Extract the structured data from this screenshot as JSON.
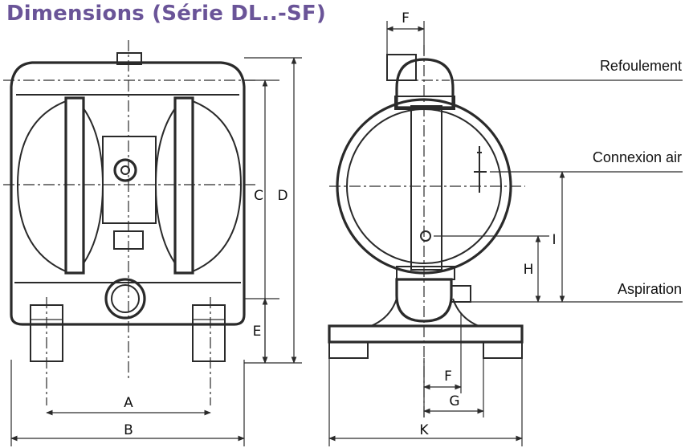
{
  "title": "Dimensions (Série DL..-SF)",
  "colors": {
    "title": "#6a5498",
    "line": "#2a2a2a",
    "fill_shade": "#dcdcdc"
  },
  "callouts": {
    "discharge": "Refoulement",
    "air": "Connexion air",
    "suction": "Aspiration"
  },
  "dimensions": {
    "A": "A",
    "B": "B",
    "C": "C",
    "D": "D",
    "E": "E",
    "F_top": "F",
    "F_bottom": "F",
    "G": "G",
    "H": "H",
    "I": "I",
    "K": "K"
  }
}
